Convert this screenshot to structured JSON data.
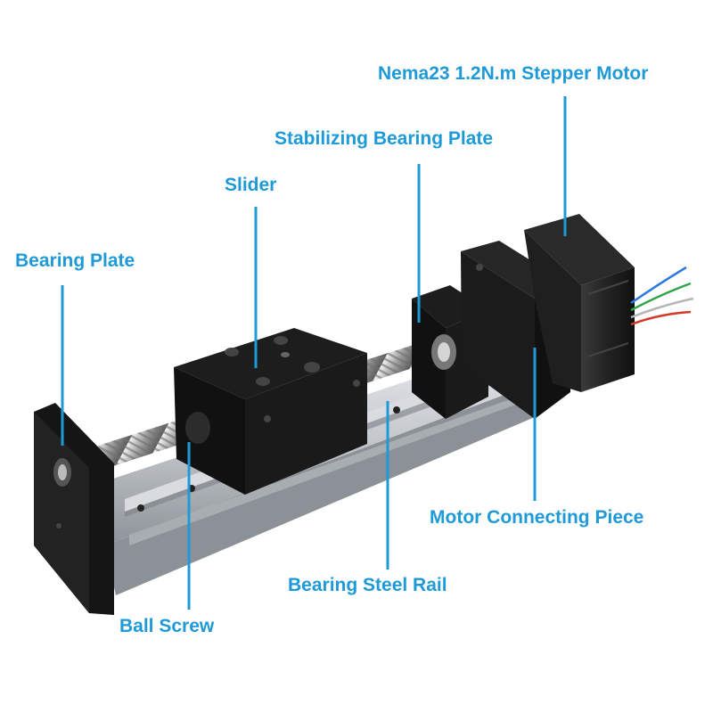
{
  "labels": {
    "stepper_motor": "Nema23 1.2N.m Stepper Motor",
    "stabilizing_bearing_plate": "Stabilizing Bearing Plate",
    "slider": "Slider",
    "bearing_plate": "Bearing Plate",
    "motor_connecting_piece": "Motor Connecting Piece",
    "bearing_steel_rail": "Bearing Steel Rail",
    "ball_screw": "Ball Screw"
  },
  "colors": {
    "label": "#1e9ad8",
    "leader": "#1e9ad8",
    "plate": "#1b1b1b",
    "rail": "#c9ccd0",
    "background": "#ffffff"
  }
}
